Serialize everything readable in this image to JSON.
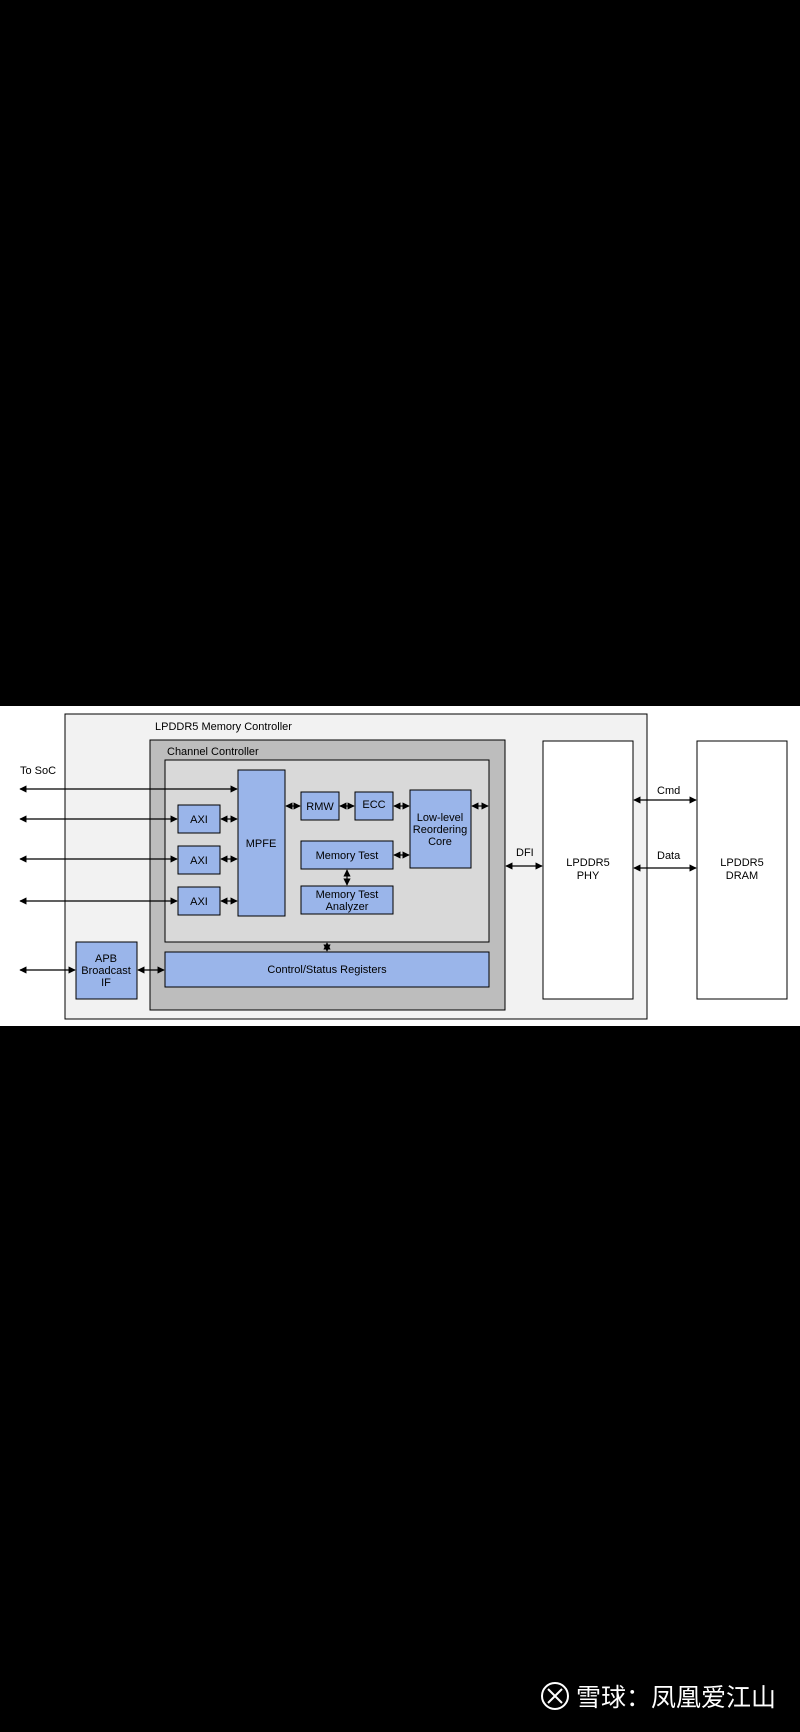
{
  "diagram": {
    "memory_controller_title": "LPDDR5 Memory Controller",
    "channel_controller_title": "Channel Controller",
    "to_soc_label": "To SoC",
    "axi_blocks": [
      "AXI",
      "AXI",
      "AXI"
    ],
    "mpfe": "MPFE",
    "rmw": "RMW",
    "ecc": "ECC",
    "reorder_core": [
      "Low-level",
      "Reordering",
      "Core"
    ],
    "memory_test": "Memory Test",
    "memory_test_analyzer": [
      "Memory Test",
      "Analyzer"
    ],
    "control_status_registers": "Control/Status Registers",
    "apb_broadcast": [
      "APB",
      "Broadcast",
      "IF"
    ],
    "dfi_label": "DFI",
    "phy": [
      "LPDDR5",
      "PHY"
    ],
    "dram": [
      "LPDDR5",
      "DRAM"
    ],
    "cmd_label": "Cmd",
    "data_label": "Data"
  },
  "watermark": {
    "text": "雪球：凤凰爱江山"
  },
  "colors": {
    "background": "#000000",
    "band": "#ffffff",
    "outer_box": "#f2f2f2",
    "channel_box": "#bdbdbd",
    "inner_box": "#d9d9d9",
    "block_fill": "#9ab5ea",
    "stroke": "#000000"
  }
}
